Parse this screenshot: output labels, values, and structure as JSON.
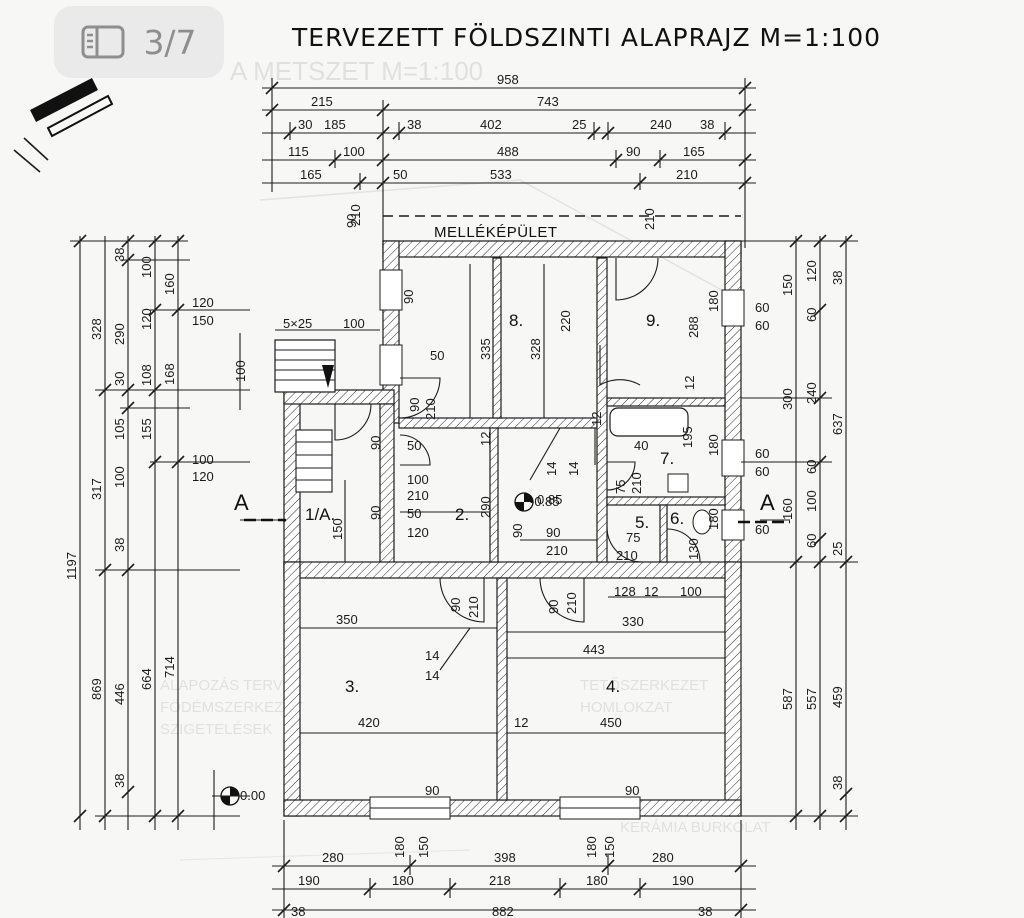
{
  "title": "TERVEZETT FÖLDSZINTI ALAPRAJZ M=1:100",
  "viewer": {
    "page_indicator": "3/7",
    "icon": "sidebar-panel-icon"
  },
  "building_label": "MELLÉKÉPÜLET",
  "section_marks": [
    "A",
    "A"
  ],
  "levels": {
    "main": "0.00",
    "inner": "-0.85"
  },
  "rooms": {
    "r1": "1/A.",
    "r2": "2.",
    "r3": "3.",
    "r4": "4.",
    "r5": "5.",
    "r6": "6.",
    "r7": "7.",
    "r8": "8.",
    "r9": "9."
  },
  "dims": {
    "top": {
      "total": "958",
      "row1": [
        "215",
        "743"
      ],
      "row2": [
        "30",
        "185",
        "38",
        "402",
        "25",
        "240",
        "38"
      ],
      "row3": [
        "115",
        "100",
        "488",
        "90",
        "165"
      ],
      "row4": [
        "165",
        "50",
        "533",
        "210"
      ]
    },
    "bottom": {
      "row1": [
        "280",
        "398",
        "280"
      ],
      "row2": [
        "190",
        "180",
        "218",
        "180",
        "190"
      ],
      "row3": [
        "38",
        "882",
        "38"
      ]
    },
    "left": {
      "total": "1197",
      "col1": [
        "328",
        "317",
        "869"
      ],
      "col2": [
        "38",
        "290",
        "30",
        "105",
        "100",
        "38",
        "446",
        "38"
      ],
      "col3": [
        "100",
        "120",
        "108",
        "155",
        "664"
      ],
      "col4": [
        "160",
        "168",
        "714"
      ]
    },
    "right": {
      "col1": [
        "150",
        "300",
        "160",
        "587"
      ],
      "col2": [
        "120",
        "60",
        "240",
        "60",
        "100",
        "60",
        "557"
      ],
      "col3": [
        "38",
        "637",
        "25",
        "459",
        "38"
      ]
    },
    "openings": [
      "120",
      "150",
      "100",
      "120",
      "5×25",
      "100",
      "100",
      "90",
      "210",
      "90",
      "210",
      "50",
      "90",
      "50",
      "100",
      "210",
      "50",
      "120",
      "90",
      "90",
      "150",
      "12",
      "290",
      "335",
      "220",
      "328",
      "12",
      "14",
      "14",
      "0.85",
      "90",
      "210",
      "90",
      "210",
      "90",
      "210",
      "90",
      "210",
      "288",
      "180",
      "60",
      "60",
      "195",
      "40",
      "12",
      "180",
      "75",
      "210",
      "60",
      "60",
      "75",
      "210",
      "130",
      "180",
      "128",
      "12",
      "100",
      "350",
      "330",
      "443",
      "14",
      "14",
      "420",
      "450",
      "12",
      "90",
      "90",
      "180",
      "150",
      "180",
      "150",
      "60"
    ]
  }
}
